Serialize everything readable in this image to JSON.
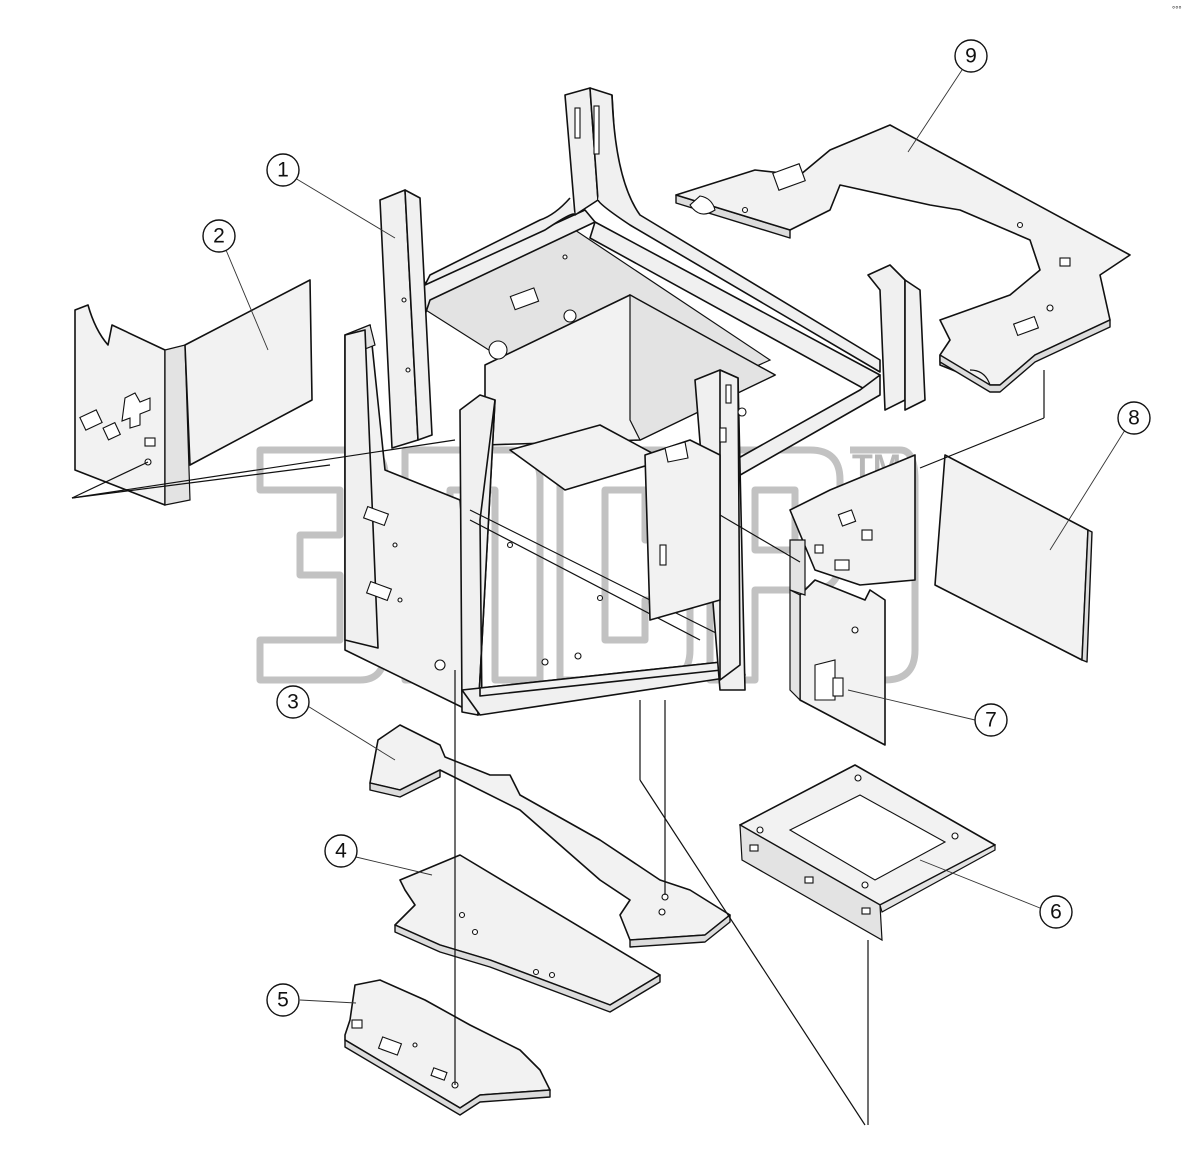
{
  "diagram": {
    "callouts": [
      {
        "id": "1",
        "label": "1"
      },
      {
        "id": "2",
        "label": "2"
      },
      {
        "id": "3",
        "label": "3"
      },
      {
        "id": "4",
        "label": "4"
      },
      {
        "id": "5",
        "label": "5"
      },
      {
        "id": "6",
        "label": "6"
      },
      {
        "id": "7",
        "label": "7"
      },
      {
        "id": "8",
        "label": "8"
      },
      {
        "id": "9",
        "label": "9"
      }
    ],
    "watermark": {
      "text": "ЭПСБ",
      "tm": "TM"
    },
    "corner_mark": "°°°"
  }
}
